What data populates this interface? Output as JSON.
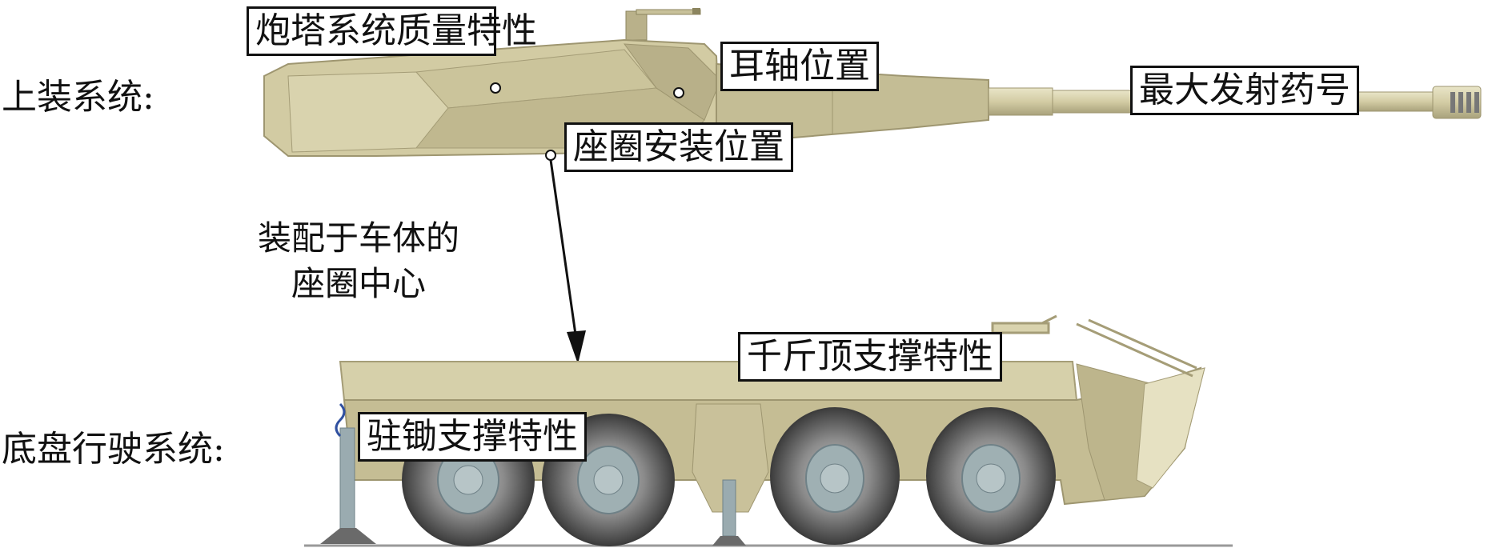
{
  "system_labels": {
    "upper": "上装系统:",
    "chassis": "底盘行驶系统:"
  },
  "callouts": {
    "turret_mass": "炮塔系统质量特性",
    "trunnion": "耳轴位置",
    "max_charge": "最大发射药号",
    "ring_mount": "座圈安装位置",
    "jack_support": "千斤顶支撑特性",
    "spade_support": "驻锄支撑特性"
  },
  "assembly_note": {
    "line1": "装配于车体的",
    "line2": "座圈中心"
  },
  "colors": {
    "body_tan": "#cfc8a0",
    "body_dark": "#b7ae85",
    "body_light": "#e4dfbf",
    "tire": "#5a5a5a",
    "hub": "#9fb0b3",
    "jack": "#9aabb0",
    "outline": "#111111"
  }
}
